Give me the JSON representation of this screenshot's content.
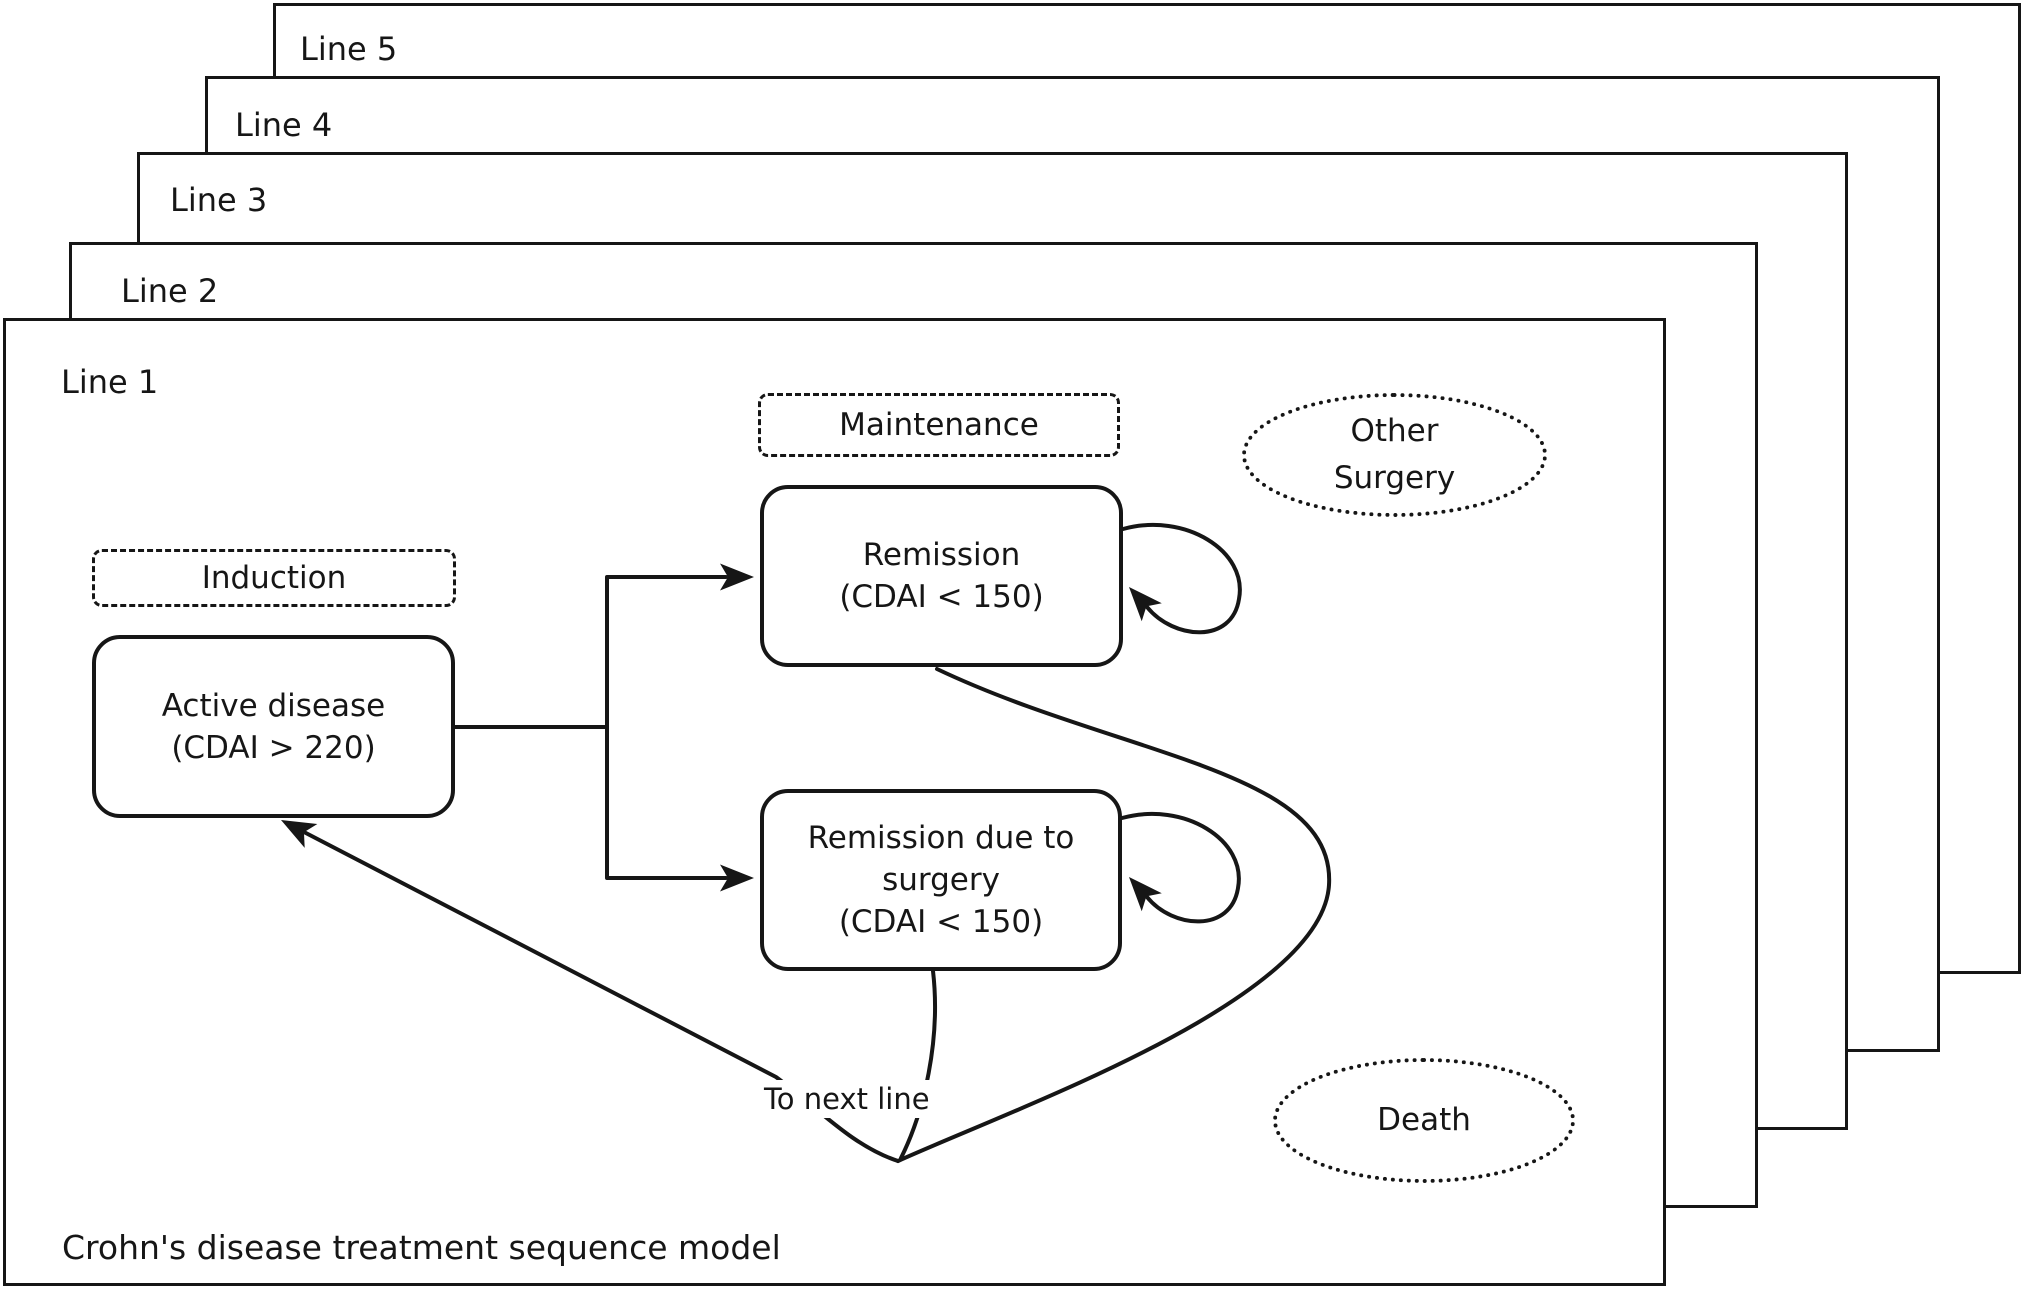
{
  "colors": {
    "ink": "#161616",
    "paper": "#ffffff"
  },
  "panels": [
    {
      "label": "Line 1"
    },
    {
      "label": "Line 2"
    },
    {
      "label": "Line 3"
    },
    {
      "label": "Line 4"
    },
    {
      "label": "Line 5"
    }
  ],
  "phase_labels": {
    "induction": "Induction",
    "maintenance": "Maintenance"
  },
  "states": {
    "active_disease": {
      "lines": [
        "Active disease",
        "(CDAI > 220)"
      ]
    },
    "remission": {
      "lines": [
        "Remission",
        "(CDAI < 150)"
      ]
    },
    "remission_surgery": {
      "lines": [
        "Remission due to",
        "surgery",
        "(CDAI < 150)"
      ]
    },
    "other_surgery": {
      "lines": [
        "Other",
        "Surgery"
      ]
    },
    "death": {
      "lines": [
        "Death"
      ]
    }
  },
  "edge_labels": {
    "to_next_line": "To next line"
  },
  "caption": "Crohn's disease treatment sequence model"
}
